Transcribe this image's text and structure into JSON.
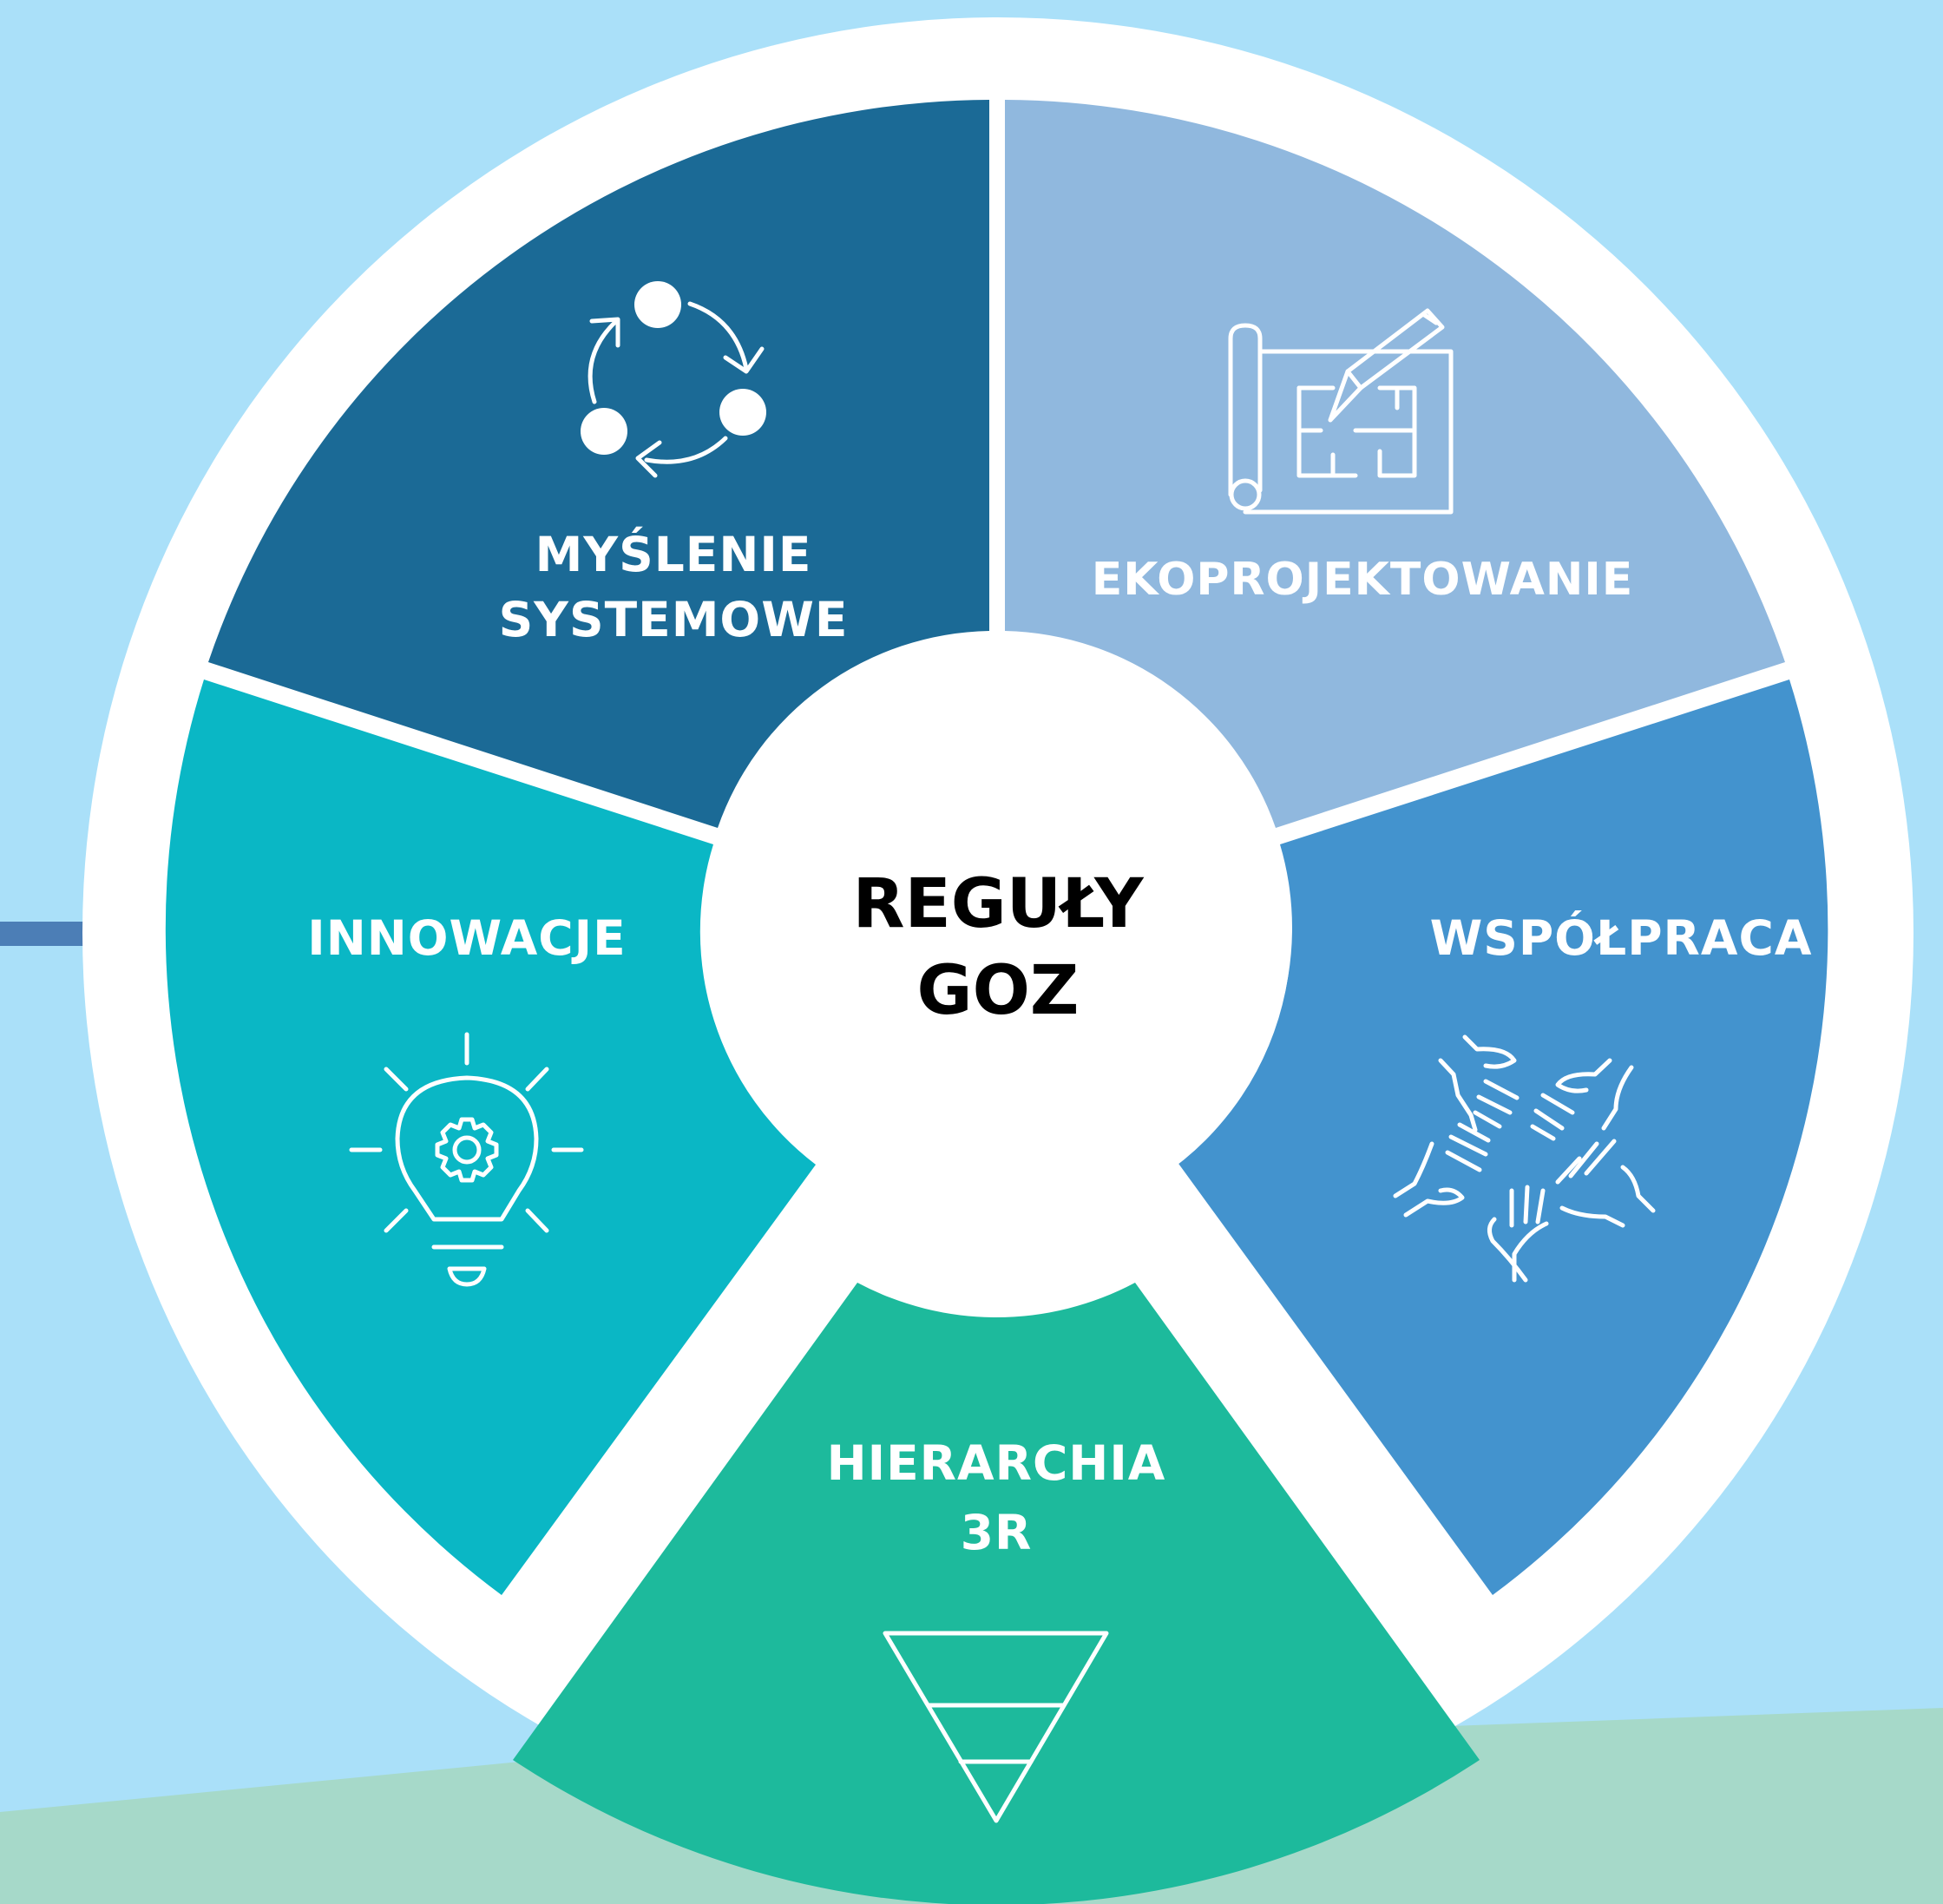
{
  "center": {
    "line1": "REGUŁY",
    "line2": "GOZ"
  },
  "segments": [
    {
      "id": "systems",
      "line1": "MYŚLENIE",
      "line2": "SYSTEMOWE",
      "icon": "cycle-arrows-icon",
      "color": "#1b6a96"
    },
    {
      "id": "ecodesign",
      "line1": "EKOPROJEKTOWANIE",
      "icon": "blueprint-pencil-icon",
      "color": "#90b8de"
    },
    {
      "id": "cooperation",
      "line1": "WSPÓŁPRACA",
      "icon": "joined-hands-icon",
      "color": "#4393ce"
    },
    {
      "id": "hierarchy",
      "line1": "HIERARCHIA",
      "line2": "3R",
      "icon": "inverted-pyramid-icon",
      "color": "#1dba9c"
    },
    {
      "id": "innovation",
      "line1": "INNOWACJE",
      "icon": "lightbulb-gear-icon",
      "color": "#0ab7c5"
    }
  ],
  "colors": {
    "background": "#aae0f9",
    "ground": "#a6d9c9",
    "ring": "#ffffff",
    "accent_bar": "#4c7eb6"
  }
}
